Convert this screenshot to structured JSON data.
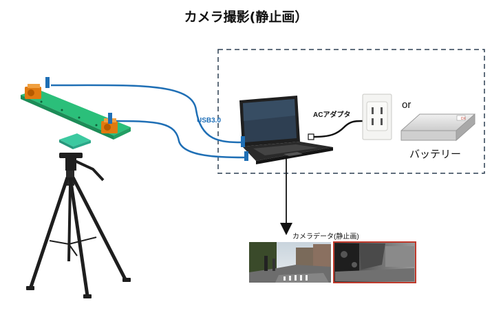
{
  "diagram": {
    "title": "カメラ撮影(静止画）",
    "labels": {
      "usb": "USB3.0",
      "ac_adapter": "ACアダプタ",
      "or": "or",
      "battery": "バッテリー",
      "camera_data": "カメラデータ(静止画)"
    },
    "badge": "DX",
    "colors": {
      "cable": "#1f6fb5",
      "rail": "#2bbf7a",
      "camera": "#e07a10",
      "depth_frame": "#c0392b",
      "dashed_box": "#2c3e50"
    }
  }
}
